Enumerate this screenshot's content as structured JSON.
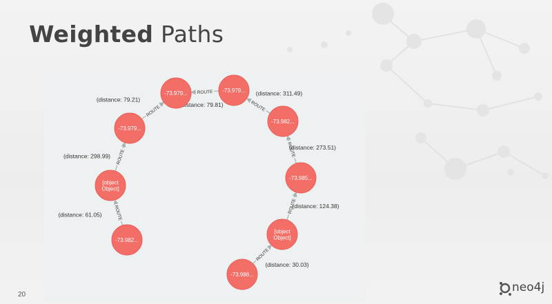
{
  "slide": {
    "title_bold": "Weighted",
    "title_light": "Paths",
    "page_number": "20",
    "logo_text": "neo4j"
  },
  "graph": {
    "node_color": "#f36e66",
    "node_label_color": "#ffffff",
    "edge_color": "#a8b0b0",
    "nodes": [
      {
        "id": "n1",
        "label": "-73.982..."
      },
      {
        "id": "n2",
        "label": [
          "[object",
          "Object]"
        ]
      },
      {
        "id": "n3",
        "label": "-73.979..."
      },
      {
        "id": "n4",
        "label": "-73.979..."
      },
      {
        "id": "n5",
        "label": "-73.979..."
      },
      {
        "id": "n6",
        "label": "-73.982..."
      },
      {
        "id": "n7",
        "label": "-73.985..."
      },
      {
        "id": "n8",
        "label": [
          "[object",
          "Object]"
        ]
      },
      {
        "id": "n9",
        "label": "-73.986..."
      }
    ],
    "edges": [
      {
        "from": "n1",
        "to": "n2",
        "type": "ROUTE",
        "distance": "(distance: 61.05)"
      },
      {
        "from": "n2",
        "to": "n3",
        "type": "ROUTE",
        "distance": "(distance: 298.99)"
      },
      {
        "from": "n3",
        "to": "n4",
        "type": "ROUTE",
        "distance": "(distance: 79.21)"
      },
      {
        "from": "n5",
        "to": "n4",
        "type": "ROUTE",
        "distance": "(distance: 79.81)"
      },
      {
        "from": "n6",
        "to": "n5",
        "type": "ROUTE",
        "distance": "(distance: 311.49)"
      },
      {
        "from": "n7",
        "to": "n6",
        "type": "ROUTE",
        "distance": "(distance: 273.51)"
      },
      {
        "from": "n8",
        "to": "n7",
        "type": "ROUTE",
        "distance": "(distance: 124.38)"
      },
      {
        "from": "n9",
        "to": "n8",
        "type": "ROUTE",
        "distance": "(distance: 30.03)"
      }
    ]
  }
}
